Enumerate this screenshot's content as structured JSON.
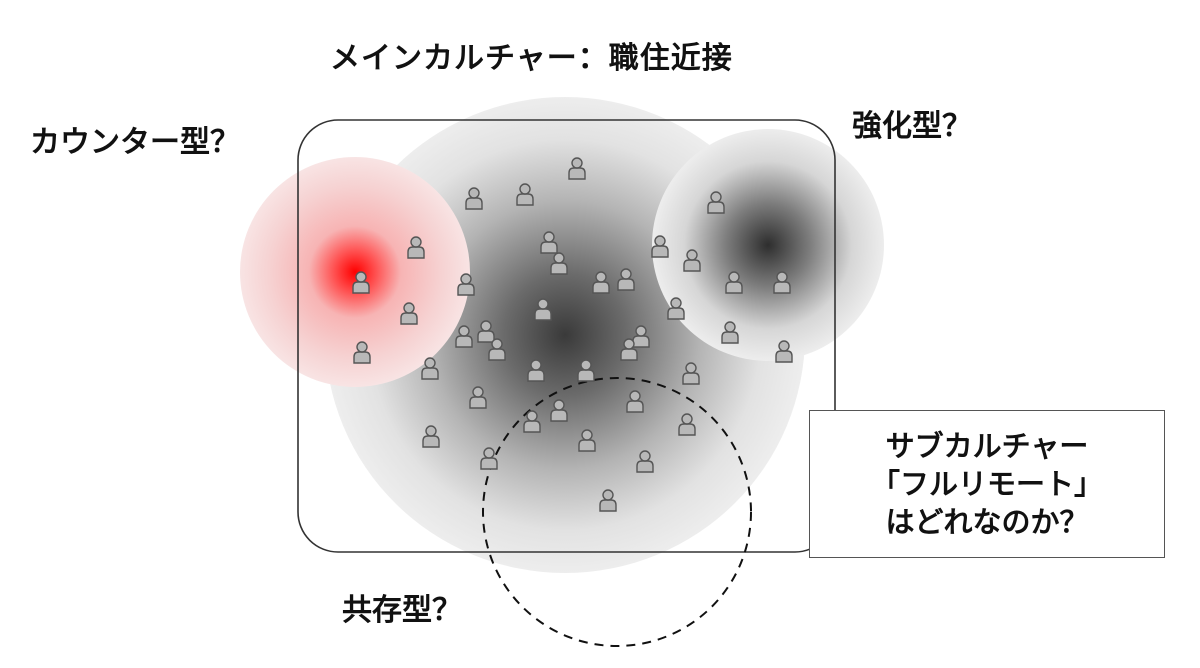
{
  "title": "メインカルチャー：職住近接",
  "labels": {
    "counter": "カウンター型？",
    "reinforce": "強化型？",
    "coexist": "共存型？"
  },
  "question_box": {
    "line1": "サブカルチャー",
    "line2": "「フルリモート」",
    "line3": "はどれなのか？"
  },
  "colors": {
    "counter_accent": "#ff0000",
    "person_fill": "#b8b8b8",
    "person_stroke": "#555555"
  },
  "icons": {
    "person": "person-icon"
  }
}
